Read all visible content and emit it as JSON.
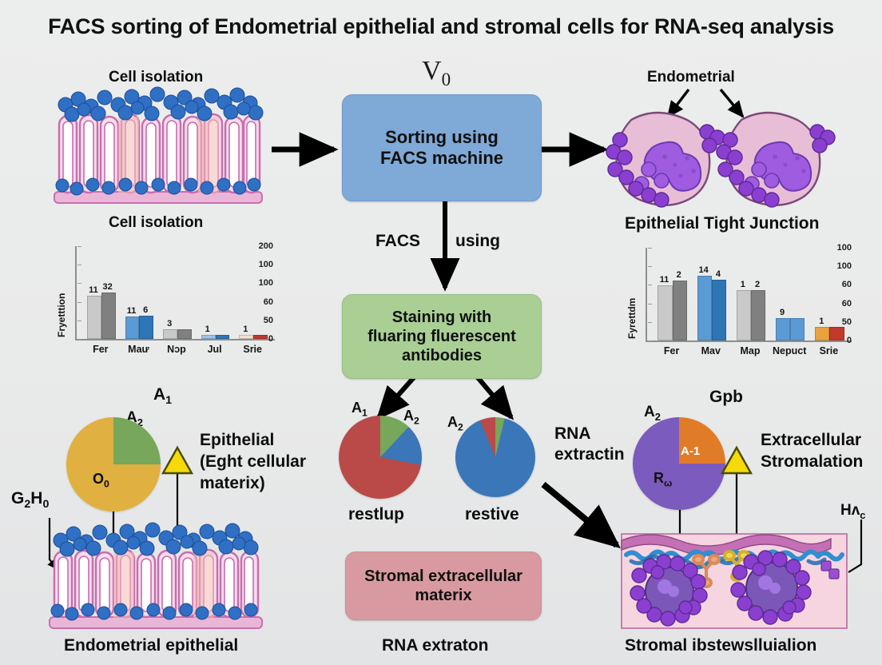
{
  "title": "FACS sorting of Endometrial epithelial and stromal cells for RNA-seq analysis",
  "top_left": {
    "label_above": "Cell isolation",
    "label_below": "Cell isolation"
  },
  "top_center": {
    "squiggle_glyph": "V",
    "squiggle_sub": "0",
    "box_line1": "Sorting using",
    "box_line2": "FACS machine",
    "arrow_label_left": "FACS",
    "arrow_label_right": "using"
  },
  "top_right": {
    "callout": "Endometrial",
    "caption": "Epithelial Tight Junction"
  },
  "center_mid": {
    "box_line1": "Staining with",
    "box_line2": "fluaring fluerescent",
    "box_line3": "antibodies"
  },
  "center_bottom": {
    "box_line1": "Stromal extracellular",
    "box_line2": "materix",
    "caption": "RNA extraton"
  },
  "bottom_left": {
    "label_a1": "A",
    "label_a1_sub": "1",
    "label_a2": "A",
    "label_a2_sub": "2",
    "pie_inner_label": "O",
    "pie_inner_sub": "0",
    "left_note": "G",
    "left_note_sub1": "2",
    "left_note_mid": "H",
    "left_note_sub2": "0",
    "side_line1": "Epithelial",
    "side_line2": "(Eght cellular",
    "side_line3": "materix)",
    "caption": "Endometrial epithelial"
  },
  "bottom_right": {
    "header": "Gpb",
    "label_a2": "A",
    "label_a2_sub": "2",
    "pie_slice_label": "A-1",
    "pie_inner_label": "R",
    "pie_inner_sub": "ω",
    "rna_line1": "RNA",
    "rna_line2": "extractin",
    "side_line1": "Extracellular",
    "side_line2": "Stromalation",
    "edge_note": "Hʌ",
    "edge_note_sub": "c",
    "caption": "Stromal ibstewslluialion"
  },
  "pies": {
    "restlup": {
      "name": "restlup",
      "label_a1": "A",
      "label_a1_sub": "1",
      "label_a2": "A",
      "label_a2_sub": "2",
      "slices": [
        {
          "name": "green",
          "pct": 12,
          "color": "#76a75a"
        },
        {
          "name": "blue",
          "pct": 16,
          "color": "#3a76b8"
        },
        {
          "name": "red",
          "pct": 72,
          "color": "#b94a48"
        }
      ]
    },
    "restive": {
      "name": "restive",
      "label_a2": "A",
      "label_a2_sub": "2",
      "slices": [
        {
          "name": "green",
          "pct": 6,
          "color": "#76a75a"
        },
        {
          "name": "blue",
          "pct": 90,
          "color": "#3a76b8"
        },
        {
          "name": "red",
          "pct": 4,
          "color": "#b94a48"
        }
      ]
    },
    "epithelial_pie": {
      "slices": [
        {
          "name": "green",
          "pct": 25,
          "color": "#76a75a"
        },
        {
          "name": "gold",
          "pct": 75,
          "color": "#e0b040"
        }
      ]
    },
    "stromal_pie": {
      "slices": [
        {
          "name": "orange",
          "pct": 25,
          "color": "#e07b28"
        },
        {
          "name": "purple",
          "pct": 75,
          "color": "#7b5bbd"
        }
      ]
    }
  },
  "chart_data": [
    {
      "id": "left-bar-chart",
      "type": "bar",
      "title": "",
      "xlabel": "",
      "ylabel": "Fryetttion",
      "categories": [
        "Fer",
        "Maư",
        "Nɔp",
        "Jul",
        "Srie"
      ],
      "ytick_labels": [
        "200",
        "100",
        "100",
        "60",
        "50",
        "0"
      ],
      "ylim": [
        0,
        200
      ],
      "grid": false,
      "legend": "none",
      "series": [
        {
          "name": "light-gray",
          "color": "#c9c9c9",
          "values": [
            90,
            45,
            17,
            4,
            2
          ],
          "data_labels": [
            "11",
            "11",
            "3",
            "1",
            "1"
          ]
        },
        {
          "name": "dark-gray-blue",
          "color": "#808080",
          "values": [
            97,
            46,
            17,
            3,
            2
          ],
          "data_labels": [
            "32",
            "6",
            "",
            "",
            ""
          ]
        }
      ],
      "bar_color_overrides": {
        "Maư": [
          "#5b9bd5",
          "#2e75b6"
        ],
        "Jul": [
          "#9dc3e6",
          "#2e75b6"
        ],
        "Srie": [
          "#f0e0d0",
          "#c0392b"
        ]
      }
    },
    {
      "id": "right-bar-chart",
      "type": "bar",
      "title": "",
      "xlabel": "",
      "ylabel": "Fyrettdm",
      "categories": [
        "Fer",
        "Mav",
        "Map",
        "Nepuct",
        "Srie"
      ],
      "ytick_labels": [
        "100",
        "100",
        "60",
        "60",
        "50",
        "0"
      ],
      "ylim": [
        0,
        100
      ],
      "grid": false,
      "legend": "none",
      "series": [
        {
          "name": "light-gray",
          "color": "#c9c9c9",
          "values": [
            58,
            68,
            53,
            22,
            13
          ],
          "data_labels": [
            "11",
            "14",
            "1",
            "9",
            "1"
          ]
        },
        {
          "name": "dark-gray",
          "color": "#808080",
          "values": [
            63,
            64,
            53,
            22,
            13
          ],
          "data_labels": [
            "2",
            "4",
            "2",
            "",
            ""
          ]
        }
      ],
      "bar_color_overrides": {
        "Mav": [
          "#5b9bd5",
          "#2e75b6"
        ],
        "Nepuct": [
          "#5b9bd5",
          "#5b9bd5"
        ],
        "Srie": [
          "#e8a33d",
          "#c0392b"
        ]
      }
    }
  ],
  "colors": {
    "accent_blue": "#7fa9d6",
    "accent_green": "#a9cf95",
    "accent_pink": "#d89aa0",
    "epithelium_pink": "#f0c8dc",
    "membrane_magenta": "#cd6cb0",
    "dot_blue": "#2f6fc4",
    "cell_body": "#e8bdd6",
    "nucleus_purple": "#a05ce0",
    "stroma_purple": "#8b3fd0",
    "background": "#eceded"
  }
}
